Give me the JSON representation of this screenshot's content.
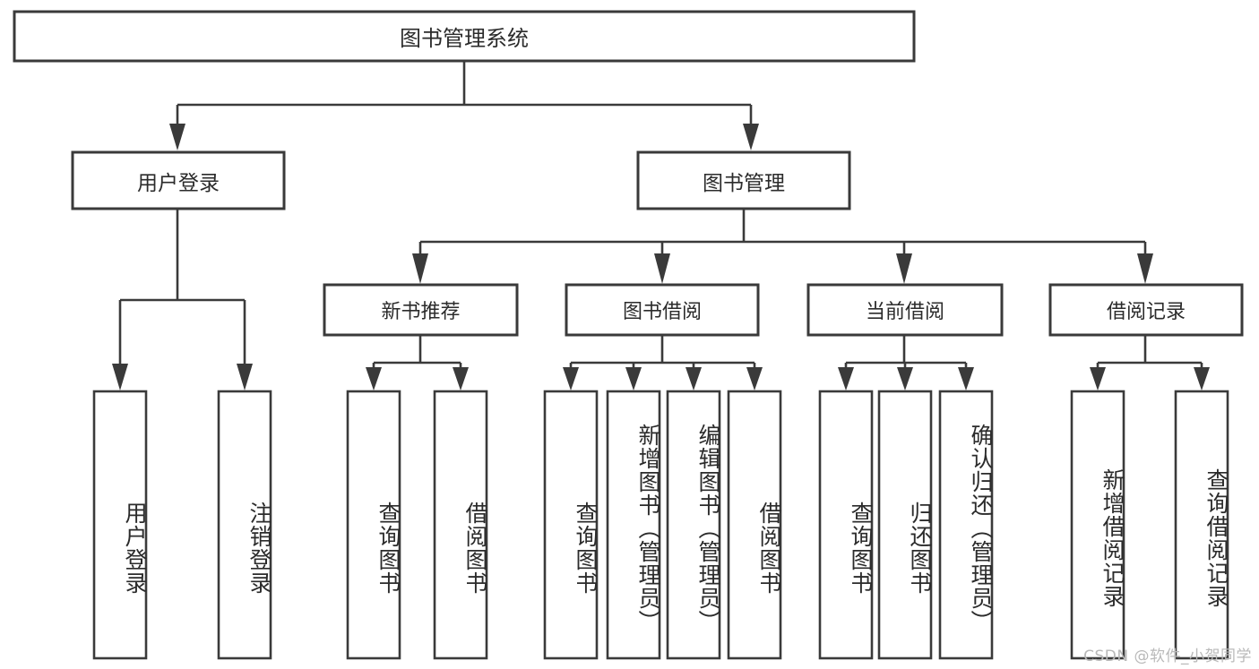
{
  "diagram": {
    "type": "tree-hierarchy",
    "title_node": {
      "id": "root",
      "label": "图书管理系统"
    },
    "level1": [
      {
        "id": "user-login",
        "label": "用户登录"
      },
      {
        "id": "book-management",
        "label": "图书管理"
      }
    ],
    "level2": [
      {
        "id": "new-book-recommend",
        "label": "新书推荐",
        "parent": "book-management"
      },
      {
        "id": "book-borrow",
        "label": "图书借阅",
        "parent": "book-management"
      },
      {
        "id": "current-borrow",
        "label": "当前借阅",
        "parent": "book-management"
      },
      {
        "id": "borrow-record",
        "label": "借阅记录",
        "parent": "book-management"
      }
    ],
    "leaves": [
      {
        "id": "leaf-user-login",
        "label": "用户登录",
        "parent": "user-login"
      },
      {
        "id": "leaf-logout",
        "label": "注销登录",
        "parent": "user-login"
      },
      {
        "id": "leaf-query-book-1",
        "label": "查询图书",
        "parent": "new-book-recommend"
      },
      {
        "id": "leaf-borrow-book-1",
        "label": "借阅图书",
        "parent": "new-book-recommend"
      },
      {
        "id": "leaf-query-book-2",
        "label": "查询图书",
        "parent": "book-borrow"
      },
      {
        "id": "leaf-add-book",
        "label": "新增图书（管理员）",
        "parent": "book-borrow"
      },
      {
        "id": "leaf-edit-book",
        "label": "编辑图书（管理员）",
        "parent": "book-borrow"
      },
      {
        "id": "leaf-borrow-book-2",
        "label": "借阅图书",
        "parent": "book-borrow"
      },
      {
        "id": "leaf-query-book-3",
        "label": "查询图书",
        "parent": "current-borrow"
      },
      {
        "id": "leaf-return-book",
        "label": "归还图书",
        "parent": "current-borrow"
      },
      {
        "id": "leaf-confirm-return",
        "label": "确认归还（管理员）",
        "parent": "current-borrow"
      },
      {
        "id": "leaf-add-record",
        "label": "新增借阅记录",
        "parent": "borrow-record"
      },
      {
        "id": "leaf-query-record",
        "label": "查询借阅记录",
        "parent": "borrow-record"
      }
    ],
    "colors": {
      "stroke": "#3a3a3a",
      "fill": "#ffffff",
      "text": "#2b2b2b",
      "watermark": "#b9b9b9"
    }
  },
  "watermark": {
    "text": "CSDN @软件_小贺同学"
  }
}
